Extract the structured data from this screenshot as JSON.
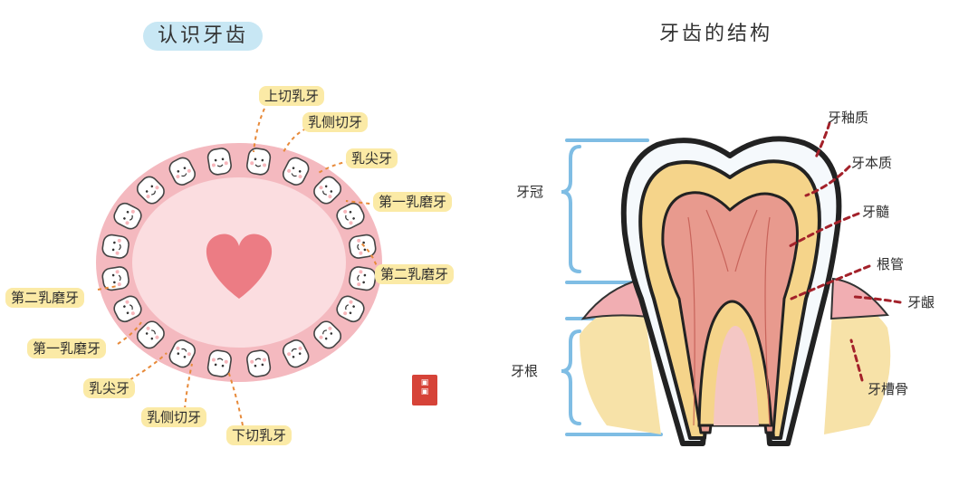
{
  "left_diagram": {
    "title": "认识牙齿",
    "labels": {
      "upper_central": "上切乳牙",
      "upper_lateral": "乳侧切牙",
      "upper_canine": "乳尖牙",
      "upper_first_molar": "第一乳磨牙",
      "upper_second_molar": "第二乳磨牙",
      "lower_second_molar": "第二乳磨牙",
      "lower_first_molar": "第一乳磨牙",
      "lower_canine": "乳尖牙",
      "lower_lateral": "乳侧切牙",
      "lower_central": "下切乳牙"
    },
    "seal_icon": "red-seal-stamp-icon"
  },
  "right_diagram": {
    "title": "牙齿的结构",
    "brackets": {
      "crown": "牙冠",
      "root": "牙根"
    },
    "labels": {
      "enamel": "牙釉质",
      "dentin": "牙本质",
      "pulp": "牙髓",
      "root_canal": "根管",
      "gum": "牙龈",
      "alveolar_bone": "牙槽骨"
    }
  },
  "colors": {
    "gum_pink": "#f4b9bf",
    "palate_pink": "#fbdde0",
    "heart": "#ec7c84",
    "label_bg": "#fbeaa6",
    "title_bg": "#c8e7f4",
    "bracket_blue": "#7fbde4",
    "enamel_white": "#f5f9fc",
    "dentin_yellow": "#f5d48a",
    "pulp_red": "#e89a8e",
    "bone_yellow": "#f7e2a8",
    "leader_orange": "#e78a3a",
    "leader_red": "#a3212a"
  }
}
